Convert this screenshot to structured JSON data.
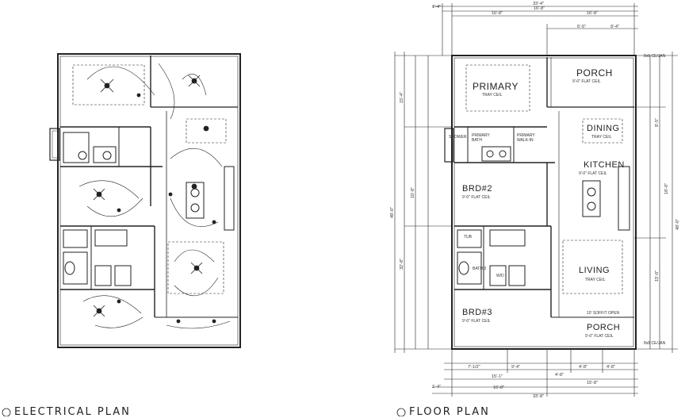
{
  "titles": {
    "electrical": "ELECTRICAL PLAN",
    "floor": "FLOOR PLAN"
  },
  "rooms": {
    "primary": {
      "name": "PRIMARY",
      "note": "TRAY CEIL"
    },
    "porch_rear": {
      "name": "PORCH",
      "note": "9'-0\" FLAT CEIL"
    },
    "dining": {
      "name": "DINING",
      "note": "TRAY CEIL"
    },
    "kitchen": {
      "name": "KITCHEN",
      "note": "9'-0\" FLAT CEIL"
    },
    "bed2": {
      "name": "BRD#2",
      "note": "9'-0\" FLAT CEIL"
    },
    "bed3": {
      "name": "BRD#3",
      "note": "9'-0\" FLAT CEIL"
    },
    "living": {
      "name": "LIVING",
      "note": "TRAY CEIL"
    },
    "porch_front": {
      "name": "PORCH",
      "note": "9'-0\" FLAT CEIL"
    },
    "shower": {
      "name": "SHOWER"
    },
    "primary_bath": {
      "name": "PRIMARY BATH"
    },
    "primary_walkin": {
      "name": "PRIMARY WALK-IN"
    },
    "bath3": {
      "name": "BATH 3"
    },
    "tub": {
      "name": "TUB"
    },
    "wd": {
      "name": "W/D"
    }
  },
  "dimensions": {
    "top_overall": "33'-4\"",
    "top_left": "16'-8\"",
    "top_right": "16'-8\"",
    "top_small": "1'-4\"",
    "porch_a": "6'-5\"",
    "porch_b": "9'-4\"",
    "bottom_left_a": "7'-1/2\"",
    "bottom_left_b": "9'-4\"",
    "bottom_mid_a": "4'-8\"",
    "bottom_mid_b": "4'-8\"",
    "bottom_mid_c": "4'-8\"",
    "bottom_left_total": "15'-1\"",
    "bottom_right_total": "15'-8\"",
    "bottom_overall": "33'-8\"",
    "bottom_small": "1'-4\"",
    "left_overall": "48'-0\"",
    "left_a": "15'-4\"",
    "left_b": "32'-8\"",
    "left_c": "10'-8\"",
    "right_overall": "48'-0\"",
    "right_a": "8'-5\"",
    "right_b": "18'-0\"",
    "right_c": "15'-0\"",
    "beam_rear": "8x8 CE/JAN",
    "beam_front": "8x8 CE/JAN",
    "soffit": "10' SOFFIT OPEN"
  }
}
